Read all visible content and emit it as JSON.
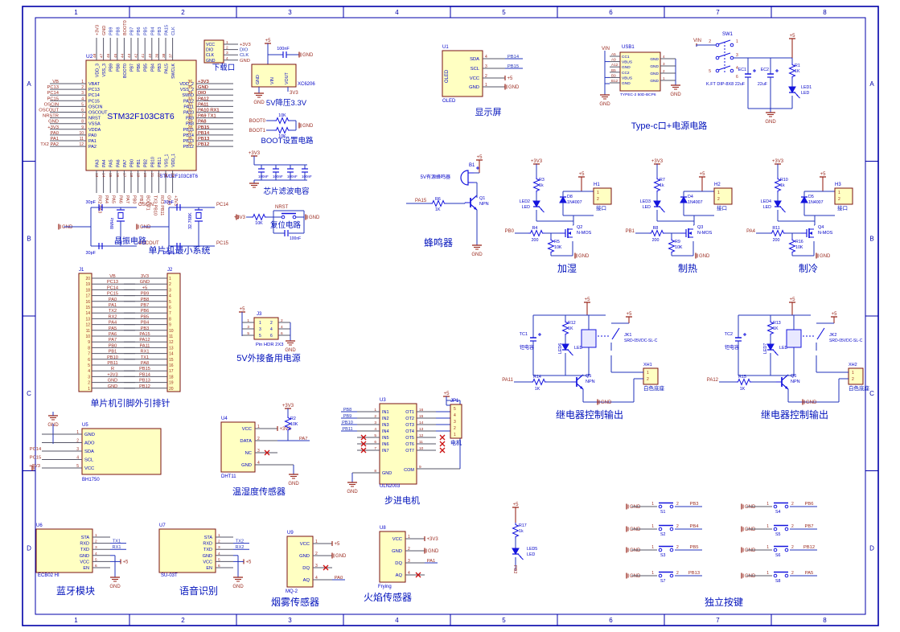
{
  "sheet": {
    "cols": [
      "1",
      "2",
      "3",
      "4",
      "5",
      "6",
      "7",
      "8"
    ],
    "rows": [
      "A",
      "B",
      "C",
      "D"
    ]
  },
  "colors": {
    "frame": "#0000A8",
    "box_fill": "#FFFFC2",
    "box_stroke": "#7A1010",
    "accent_blue": "#0000C8",
    "power_red": "#9B2B20",
    "symbol_blue": "#1414DD",
    "wire_gray": "#555566",
    "wire_blue": "#2233BB",
    "caption": "#0011BB"
  },
  "mcu": {
    "ref": "U2",
    "name": "STM32F103C8T6",
    "sub": "STM32F103C8T6",
    "caption": "单片机最小系统",
    "left": [
      [
        "VB",
        "1",
        "VBAT"
      ],
      [
        "PC13",
        "2",
        "PC13"
      ],
      [
        "PC14",
        "3",
        "PC14"
      ],
      [
        "PC15",
        "4",
        "PC15"
      ],
      [
        "OSCIN",
        "5",
        "OSCIN"
      ],
      [
        "OSCOUT",
        "6",
        "OSCOUT"
      ],
      [
        "NRSTR",
        "7",
        "NRST"
      ],
      [
        "GND",
        "8",
        "VSSA"
      ],
      [
        "+3V3",
        "9",
        "VDDA"
      ],
      [
        "PA0",
        "10",
        "PA0"
      ],
      [
        "PA1",
        "11",
        "PA1"
      ],
      [
        "TX2 PA2",
        "12",
        "PA2"
      ]
    ],
    "right": [
      [
        "+3V3",
        "36",
        "VDD_2"
      ],
      [
        "GND",
        "35",
        "VSS_2"
      ],
      [
        "DIO",
        "34",
        "SWIO"
      ],
      [
        "PA12",
        "33",
        "PA12"
      ],
      [
        "PA11",
        "32",
        "PA11"
      ],
      [
        "PA10 RX1",
        "31",
        "PA10"
      ],
      [
        "PA9 TX1",
        "30",
        "PA9"
      ],
      [
        "PA8",
        "29",
        "PA8"
      ],
      [
        "PB15",
        "28",
        "PB15"
      ],
      [
        "PB14",
        "27",
        "PB14"
      ],
      [
        "PB13",
        "26",
        "PB13"
      ],
      [
        "PB12",
        "25",
        "PB12"
      ]
    ],
    "top": [
      [
        "+3V3",
        "48",
        "VDD_3"
      ],
      [
        "GND",
        "47",
        "VSS_3"
      ],
      [
        "PB9",
        "46",
        "PB9"
      ],
      [
        "PB8",
        "45",
        "PB8"
      ],
      [
        "BOOT0",
        "44",
        "BOOT0"
      ],
      [
        "PB7",
        "43",
        "PB7"
      ],
      [
        "PB6",
        "42",
        "PB6"
      ],
      [
        "PB5",
        "41",
        "PB5"
      ],
      [
        "PB4",
        "40",
        "PB4"
      ],
      [
        "PB3",
        "39",
        "PB3"
      ],
      [
        "PA15",
        "38",
        "PA15"
      ],
      [
        "CLK",
        "37",
        "SWCLK"
      ]
    ],
    "bottom": [
      [
        "RX2 PA3",
        "13",
        "PA3"
      ],
      [
        "PA4",
        "14",
        "PA4"
      ],
      [
        "PA5",
        "15",
        "PA5"
      ],
      [
        "PA6",
        "16",
        "PA6"
      ],
      [
        "PA7",
        "17",
        "PA7"
      ],
      [
        "PB0",
        "18",
        "PB0"
      ],
      [
        "PB1",
        "19",
        "PB1"
      ],
      [
        "BOOT1",
        "20",
        "PB2"
      ],
      [
        "TX3 PB10",
        "21",
        "PB10"
      ],
      [
        "RX3 PB11",
        "22",
        "PB11"
      ],
      [
        "GND",
        "23",
        "VSS_1"
      ],
      [
        "+3V3",
        "24",
        "VDD_1"
      ]
    ]
  },
  "xtal": {
    "caption": "晶振电路",
    "units": [
      {
        "gnd": "GND",
        "ctop": "30pF",
        "cbot": "30pF",
        "val": "8MHz",
        "ntop": "OSCIN",
        "nbot": "OSCOUT"
      },
      {
        "gnd": "GND",
        "ctop": "30pF",
        "cbot": "30pF",
        "val": "32.768K",
        "ntop": "PC14",
        "nbot": "PC15"
      }
    ]
  },
  "download": {
    "caption": "下载口",
    "pins": [
      [
        "VCC",
        "1",
        "+3V3"
      ],
      [
        "DIO",
        "2",
        "DIO"
      ],
      [
        "CLK",
        "3",
        "CLK"
      ],
      [
        "GND",
        "4",
        "GND"
      ]
    ]
  },
  "regulator": {
    "part": "XC6206",
    "caption": "5V降压3.3V",
    "pins": [
      "GND",
      "VIN",
      "VOUT"
    ],
    "vin": "+5",
    "cap": "100nF",
    "capgnd": "GND",
    "gnd": "GND",
    "out": "3V3"
  },
  "boot": {
    "caption": "BOOT设置电路",
    "rows": [
      [
        "BOOT0",
        "10K"
      ],
      [
        "BOOT1",
        "10K"
      ]
    ],
    "gnd": "GND"
  },
  "filter": {
    "caption": "芯片滤波电容",
    "vcc": "+3V3",
    "gnd": "GND",
    "caps": [
      "100nF",
      "100nF",
      "100nF",
      "100nF"
    ]
  },
  "reset": {
    "caption": "复位电路",
    "vcc": "+3V3",
    "r": "10K",
    "net": "NRST",
    "cap": "100nF",
    "gnd": "GND"
  },
  "headers": {
    "caption": "单片机引脚外引排针",
    "j1": {
      "ref": "J1",
      "nums": [
        "20",
        "19",
        "18",
        "17",
        "16",
        "15",
        "14",
        "13",
        "12",
        "11",
        "10",
        "9",
        "8",
        "7",
        "6",
        "5",
        "4",
        "3",
        "2",
        "1"
      ],
      "nets": [
        "VB",
        "PC13",
        "PC14",
        "PC15",
        "PA0",
        "PA1",
        "TX2",
        "RX2",
        "PA4",
        "PA5",
        "PA6",
        "PA7",
        "PB0",
        "PB1",
        "PB10",
        "PB11",
        "R",
        "+3V3",
        "GND",
        "GND"
      ]
    },
    "j2": {
      "ref": "J2",
      "nums": [
        "1",
        "2",
        "3",
        "4",
        "5",
        "6",
        "7",
        "8",
        "9",
        "10",
        "11",
        "12",
        "13",
        "14",
        "15",
        "16",
        "17",
        "18",
        "19",
        "20"
      ],
      "nets": [
        "3V3",
        "GND",
        "+5",
        "PB9",
        "PB8",
        "PB7",
        "PB6",
        "PB5",
        "PB4",
        "PB3",
        "PA15",
        "PA12",
        "PA11",
        "RX1",
        "TX1",
        "PA8",
        "PB15",
        "PB14",
        "PB13",
        "PB12"
      ]
    }
  },
  "backup": {
    "ref": "J3",
    "part": "Pin HDR 2X3",
    "caption": "5V外接备用电源",
    "vcc": "+5",
    "gnd": "GND",
    "rows": [
      [
        "1",
        "2"
      ],
      [
        "3",
        "4"
      ],
      [
        "5",
        "6"
      ]
    ]
  },
  "light": {
    "ref": "U5",
    "part": "BH1750",
    "gnd": "GND",
    "pins": [
      [
        "GND",
        "1",
        ""
      ],
      [
        "ADO",
        "2",
        ""
      ],
      [
        "SDA",
        "3",
        "PC14"
      ],
      [
        "SCL",
        "4",
        "PC15"
      ],
      [
        "VCC",
        "5",
        "+3V3"
      ]
    ]
  },
  "dht": {
    "ref": "U4",
    "part": "DHT11",
    "caption": "温湿度传感器",
    "v33": "+3V3",
    "r": [
      "R2",
      "10K"
    ],
    "pins": [
      [
        "VCC",
        "1",
        "+3V3"
      ],
      [
        "DATA",
        "2",
        "PA7"
      ],
      [
        "NC",
        "3",
        "x"
      ],
      [
        "GND",
        "4",
        "GND"
      ]
    ]
  },
  "stepper": {
    "ref": "U3",
    "part": "ULN2003",
    "caption": "步进电机",
    "vcc": "+5",
    "gnd": "GND",
    "in": [
      "IN1",
      "IN2",
      "IN3",
      "IN4",
      "IN5",
      "IN6",
      "IN7"
    ],
    "in_nums": [
      "1",
      "2",
      "3",
      "4",
      "5",
      "6",
      "7"
    ],
    "out": [
      "OT1",
      "OT2",
      "OT3",
      "OT4",
      "OT5",
      "OT6",
      "OT7"
    ],
    "out_nums": [
      "16",
      "15",
      "14",
      "13",
      "12",
      "11",
      "10"
    ],
    "nets": [
      "PB8",
      "PB9",
      "PB10",
      "PB11"
    ],
    "gnd_pin": [
      "GND",
      "8"
    ],
    "com": [
      "COM",
      "9"
    ],
    "jp": {
      "ref": "JP1",
      "nums": [
        "5",
        "4",
        "3",
        "2",
        "1"
      ],
      "caption": "电机"
    }
  },
  "oled": {
    "ref": "U1",
    "part": "OLED",
    "vert": "OLED",
    "caption": "显示屏",
    "pins": [
      [
        "SDA",
        "4",
        "PB14"
      ],
      [
        "SCL",
        "3",
        "PB15"
      ],
      [
        "VCC",
        "2",
        "+5"
      ],
      [
        "GND",
        "1",
        "GND"
      ]
    ]
  },
  "typec": {
    "ref": "USB1",
    "part": "TYPEC-2 50D-BCP6",
    "vin": "VIN",
    "gnd": "GND",
    "caption": "Type-c口+电源电路",
    "left": [
      [
        "CC1",
        "A5"
      ],
      [
        "VBUS",
        "A9"
      ],
      [
        "GND",
        "A12"
      ],
      [
        "CC2",
        "B5"
      ],
      [
        "VBUS",
        "B9"
      ],
      [
        "GND",
        "B12"
      ]
    ],
    "right": [
      [
        "GND",
        "4"
      ],
      [
        "GND",
        "3"
      ],
      [
        "GND",
        "2"
      ],
      [
        "GND",
        "1"
      ]
    ]
  },
  "power_sw": {
    "ref": "SW1",
    "part": "K.FT DIP-8X8",
    "vin": "VIN",
    "vcc": "+5",
    "gnd": "GND",
    "nums": [
      "1",
      "2",
      "3",
      "4",
      "5",
      "6"
    ],
    "ec1": [
      "EC1",
      "22uF"
    ],
    "ec2": [
      "EC2",
      "22uF"
    ],
    "r": [
      "R1",
      "1K"
    ],
    "led": [
      "LED1",
      "LED"
    ]
  },
  "buzzer": {
    "ref": "B1",
    "label": "5V有源蜂鸣器",
    "q": [
      "Q1",
      "NPN"
    ],
    "r": [
      "R6",
      "1K"
    ],
    "net": "PA15",
    "vcc": "+5",
    "gnd": "GND",
    "caption": "蜂鸣器"
  },
  "drivers": [
    {
      "caption": "加湿",
      "net": "PB0",
      "v33": "+3V3",
      "v5": "+5",
      "gnd": "GND",
      "r_top": [
        "R3",
        "1k"
      ],
      "led": [
        "LED2",
        "LED"
      ],
      "d": [
        "D8",
        "1N4007"
      ],
      "hdr": [
        "H1",
        "接口"
      ],
      "hdr_pins": [
        "1",
        "2"
      ],
      "r_in": [
        "R4",
        "200"
      ],
      "q": [
        "Q2",
        "N-MOS"
      ],
      "r_pd": [
        "R5",
        "10K"
      ]
    },
    {
      "caption": "制热",
      "net": "PB1",
      "v33": "+3V3",
      "v5": "+5",
      "gnd": "GND",
      "r_top": [
        "R7",
        "1k"
      ],
      "led": [
        "LED3",
        "LED"
      ],
      "d": [
        "D4",
        "1N4007"
      ],
      "hdr": [
        "H2",
        "接口"
      ],
      "hdr_pins": [
        "1",
        "2"
      ],
      "r_in": [
        "R8",
        "200"
      ],
      "q": [
        "Q3",
        "N-MOS"
      ],
      "r_pd": [
        "R9",
        "10K"
      ]
    },
    {
      "caption": "制冷",
      "net": "PA4",
      "v33": "+3V3",
      "v5": "+5",
      "gnd": "GND",
      "r_top": [
        "R10",
        "1k"
      ],
      "led": [
        "LED4",
        "LED"
      ],
      "d": [
        "D5",
        "1N4007"
      ],
      "hdr": [
        "H3",
        "接口"
      ],
      "hdr_pins": [
        "1",
        "2"
      ],
      "r_in": [
        "R11",
        "200"
      ],
      "q": [
        "Q4",
        "N-MOS"
      ],
      "r_pd": [
        "R16",
        "10K"
      ]
    }
  ],
  "relays": [
    {
      "caption": "继电器控制输出",
      "net": "PA11",
      "vcc": "+5",
      "gnd": "GND",
      "tc": [
        "TC1",
        "钽电容"
      ],
      "r_led": [
        "R12",
        "1K"
      ],
      "led": [
        "LED6",
        "LED"
      ],
      "jk": [
        "JK1",
        "SRD-05VDC-SL-C"
      ],
      "xh": [
        "XH1",
        "白色底座"
      ],
      "xh_pins": [
        "1",
        "2"
      ],
      "r_in": [
        "R14",
        "1K"
      ],
      "q": [
        "Q5",
        "NPN"
      ]
    },
    {
      "caption": "继电器控制输出",
      "net": "PA12",
      "vcc": "+5",
      "gnd": "GND",
      "tc": [
        "TC2",
        "钽电容"
      ],
      "r_led": [
        "R13",
        "1K"
      ],
      "led": [
        "LED7",
        "LED"
      ],
      "jk": [
        "JK2",
        "SRD-05VDC-SL-C"
      ],
      "xh": [
        "XH2",
        "白色底座"
      ],
      "xh_pins": [
        "1",
        "2"
      ],
      "r_in": [
        "R15",
        "1K"
      ],
      "q": [
        "Q6",
        "NPN"
      ]
    }
  ],
  "bt": {
    "ref": "U6",
    "part": "ECB02 HI",
    "caption": "蓝牙模块",
    "vcc": "+5",
    "gnd": "GND",
    "pins": [
      [
        "STA",
        "1",
        ""
      ],
      [
        "RXD",
        "2",
        "TX1"
      ],
      [
        "TXD",
        "3",
        "RX1"
      ],
      [
        "GND",
        "4",
        ""
      ],
      [
        "VCC",
        "5",
        "+5"
      ],
      [
        "EN",
        "6",
        ""
      ]
    ]
  },
  "voice": {
    "ref": "U7",
    "part": "SU-03T",
    "caption": "语音识别",
    "vcc": "+5",
    "gnd": "GND",
    "pins": [
      [
        "STA",
        "1",
        ""
      ],
      [
        "RXD",
        "2",
        "TX2"
      ],
      [
        "TXD",
        "3",
        "RX2"
      ],
      [
        "GND",
        "4",
        ""
      ],
      [
        "VCC",
        "5",
        "+5"
      ],
      [
        "EN",
        "6",
        ""
      ]
    ]
  },
  "smoke": {
    "ref": "U9",
    "part": "MQ-2",
    "caption": "烟雾传感器",
    "pins": [
      [
        "VCC",
        "1",
        "+5"
      ],
      [
        "GND",
        "2",
        "GND"
      ],
      [
        "DQ",
        "3",
        "x"
      ],
      [
        "AQ",
        "4",
        "PA0"
      ]
    ]
  },
  "flame": {
    "ref": "U8",
    "part": "Frying",
    "caption": "火焰传感器",
    "pins": [
      [
        "VCC",
        "1",
        "+3V3"
      ],
      [
        "GND",
        "2",
        "GND"
      ],
      [
        "DQ",
        "3",
        "PA1"
      ],
      [
        "AQ",
        "4",
        "x"
      ]
    ]
  },
  "led5": {
    "vcc": "+5",
    "r": [
      "R17",
      "1k"
    ],
    "led": [
      "LED5",
      "LED"
    ],
    "net": "PB2"
  },
  "keys": {
    "caption": "独立按键",
    "gnd": "GND",
    "pin1": "1",
    "pin2": "2",
    "left": [
      [
        "S1",
        "PB3"
      ],
      [
        "S2",
        "PB4"
      ],
      [
        "S3",
        "PB5"
      ],
      [
        "S7",
        "PB13"
      ]
    ],
    "right": [
      [
        "S4",
        "PB6"
      ],
      [
        "S5",
        "PB7"
      ],
      [
        "S6",
        "PB12"
      ],
      [
        "S8",
        "PA5"
      ]
    ]
  }
}
